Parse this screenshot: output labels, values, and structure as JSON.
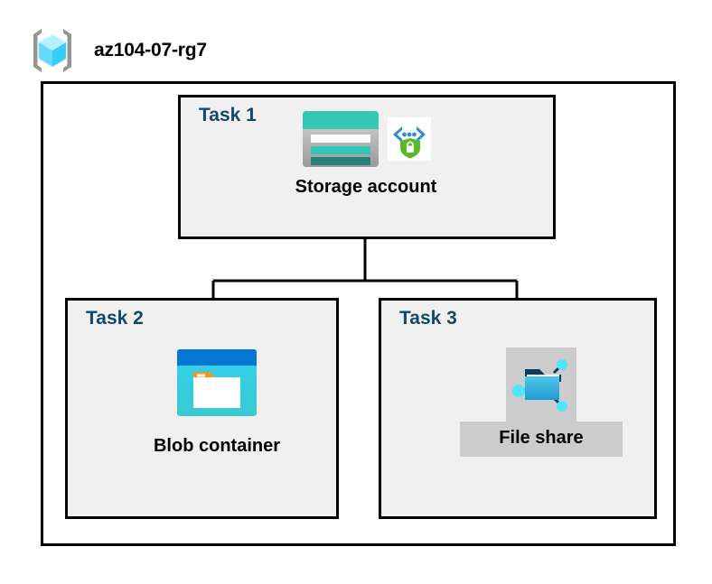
{
  "header": {
    "title": "az104-07-rg7",
    "icon": "resource-group-icon"
  },
  "container": {
    "name": "resource-group-container"
  },
  "tasks": [
    {
      "label": "Task 1",
      "node": {
        "caption": "Storage account",
        "icons": [
          "storage-account-icon",
          "secure-endpoint-icon"
        ],
        "highlighted": false
      }
    },
    {
      "label": "Task 2",
      "node": {
        "caption": "Blob container",
        "icons": [
          "blob-container-icon"
        ],
        "highlighted": false
      }
    },
    {
      "label": "Task 3",
      "node": {
        "caption": "File share",
        "icons": [
          "file-share-icon"
        ],
        "highlighted": true
      }
    }
  ],
  "colors": {
    "task_label": "#12496b",
    "box_fill": "#f0f0f0",
    "box_border": "#000000",
    "highlight": "#cccccc",
    "storage_teal": "#32c8b4",
    "storage_teal_dark": "#2a7f78",
    "blob_blue_dark": "#0078d4",
    "blob_cyan": "#32d3f0",
    "blob_orange": "#f7941e",
    "fileshare_blue": "#32b4e6",
    "node_cyan": "#50e6ff",
    "shield_green": "#5cb82b",
    "bracket_gray": "#949494",
    "cube_cyan": "#9cebff"
  },
  "connectors": [
    {
      "name": "storage-to-bus"
    },
    {
      "name": "bus-horizontal"
    },
    {
      "name": "bus-to-blob"
    },
    {
      "name": "bus-to-fileshare"
    }
  ]
}
